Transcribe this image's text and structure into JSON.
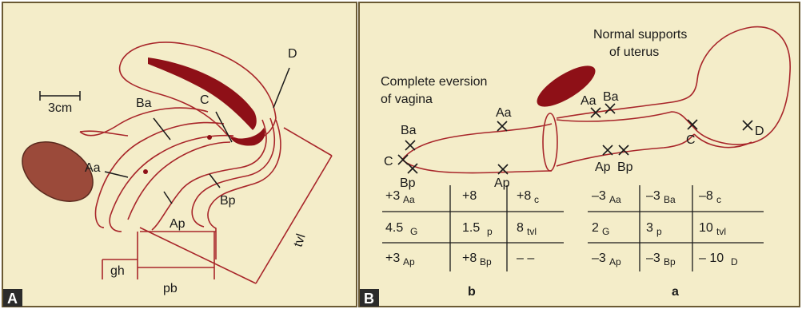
{
  "panel_a": {
    "tag": "A",
    "scale_label": "3cm",
    "labels": {
      "Ba": "Ba",
      "C": "C",
      "D": "D",
      "Aa": "Aa",
      "Ap": "Ap",
      "Bp": "Bp",
      "tvl": "tvl",
      "gh": "gh",
      "pb": "pb"
    }
  },
  "panel_b": {
    "tag": "B",
    "normal_line1": "Normal supports",
    "normal_line2": "of uterus",
    "eversion_line1": "Complete eversion",
    "eversion_line2": "of vagina",
    "points": {
      "Aa_mid": "Aa",
      "Ba_left": "Ba",
      "C_left": "C",
      "Bp_left": "Bp",
      "Ap_mid": "Ap",
      "Aa_right": "Aa",
      "Ba_right": "Ba",
      "Ap_right": "Ap",
      "Bp_right": "Bp",
      "C_right": "C",
      "D_right": "D"
    },
    "table_b": {
      "caption": "b",
      "rows": [
        [
          {
            "v": "+3",
            "s": "Aa"
          },
          {
            "v": "+8",
            "s": ""
          },
          {
            "v": "+8",
            "s": "c"
          }
        ],
        [
          {
            "v": "4.5",
            "s": "G"
          },
          {
            "v": "1.5",
            "s": "p"
          },
          {
            "v": "8",
            "s": "tvl"
          }
        ],
        [
          {
            "v": "+3",
            "s": "Ap"
          },
          {
            "v": "+8",
            "s": "Bp"
          },
          {
            "v": "– –",
            "s": ""
          }
        ]
      ]
    },
    "table_a": {
      "caption": "a",
      "rows": [
        [
          {
            "v": "–3",
            "s": "Aa"
          },
          {
            "v": "–3",
            "s": "Ba"
          },
          {
            "v": "–8",
            "s": "c"
          }
        ],
        [
          {
            "v": "2",
            "s": "G"
          },
          {
            "v": "3",
            "s": "p"
          },
          {
            "v": "10",
            "s": "tvl"
          }
        ],
        [
          {
            "v": "–3",
            "s": "Ap"
          },
          {
            "v": "–3",
            "s": "Bp"
          },
          {
            "v": "– 10",
            "s": "D"
          }
        ]
      ]
    }
  },
  "colors": {
    "background": "#f4edc9",
    "border": "#6b5a33",
    "outline": "#a8262a",
    "dark_red": "#8e1017",
    "tag_bg": "#2b2b2b"
  }
}
